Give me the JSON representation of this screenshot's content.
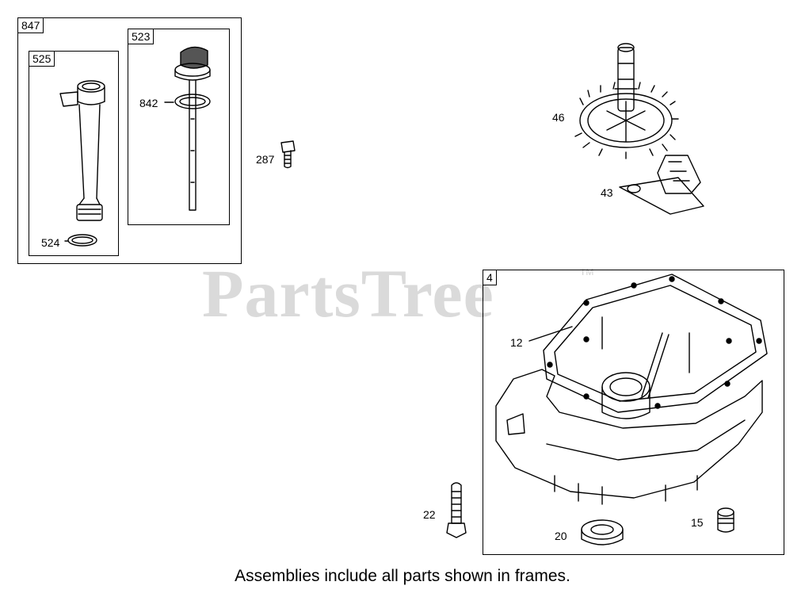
{
  "watermark": {
    "text": "PartsTree",
    "tm": "TM"
  },
  "frames": {
    "f847": "847",
    "f525": "525",
    "f523": "523",
    "f4": "4"
  },
  "labels": {
    "p524": "524",
    "p842": "842",
    "p287": "287",
    "p46": "46",
    "p43": "43",
    "p12": "12",
    "p22": "22",
    "p20": "20",
    "p15": "15"
  },
  "caption": "Assemblies include all parts shown in frames."
}
